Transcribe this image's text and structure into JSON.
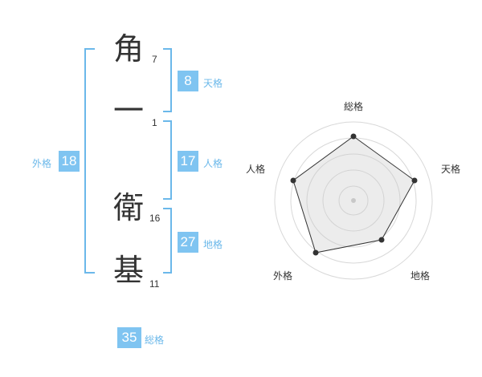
{
  "name": {
    "chars": [
      {
        "char": "角",
        "strokes": "7"
      },
      {
        "char": "一",
        "strokes": "1"
      },
      {
        "char": "衛",
        "strokes": "16"
      },
      {
        "char": "基",
        "strokes": "11"
      }
    ]
  },
  "kaku": {
    "ten": {
      "value": "8",
      "label": "天格"
    },
    "jin": {
      "value": "17",
      "label": "人格"
    },
    "chi": {
      "value": "27",
      "label": "地格"
    },
    "gai": {
      "value": "18",
      "label": "外格"
    },
    "sou": {
      "value": "35",
      "label": "総格"
    }
  },
  "radar": {
    "labels": {
      "top": "総格",
      "right": "天格",
      "bottom_right": "地格",
      "bottom_left": "外格",
      "left": "人格"
    }
  },
  "colors": {
    "accent": "#7fc4f1",
    "bracket": "#6bb8ea"
  }
}
